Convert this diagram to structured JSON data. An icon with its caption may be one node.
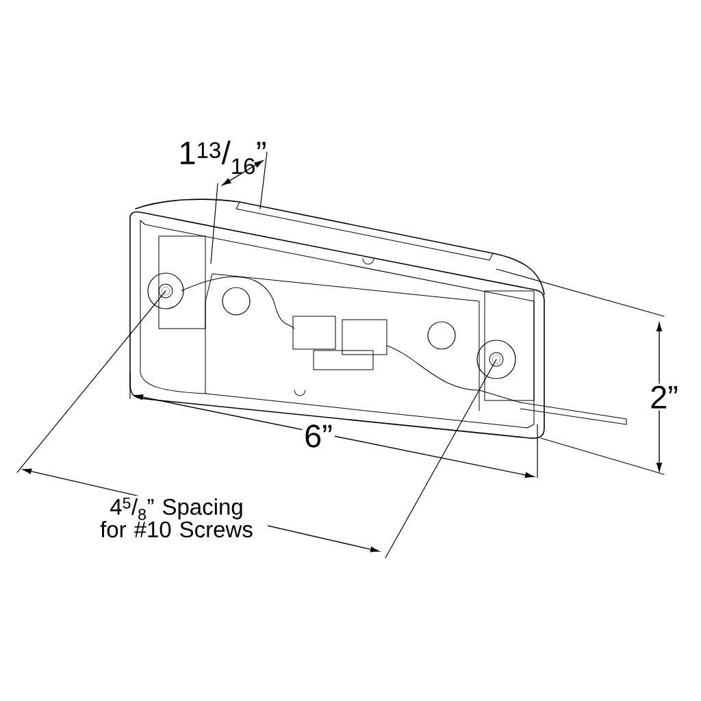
{
  "diagram": {
    "labels": [
      "1$^{13}$/$_{16}$”",
      "2”",
      "6”",
      "4$^{5}$/$_{8}$” Spacing for #10 Screws"
    ]
  }
}
